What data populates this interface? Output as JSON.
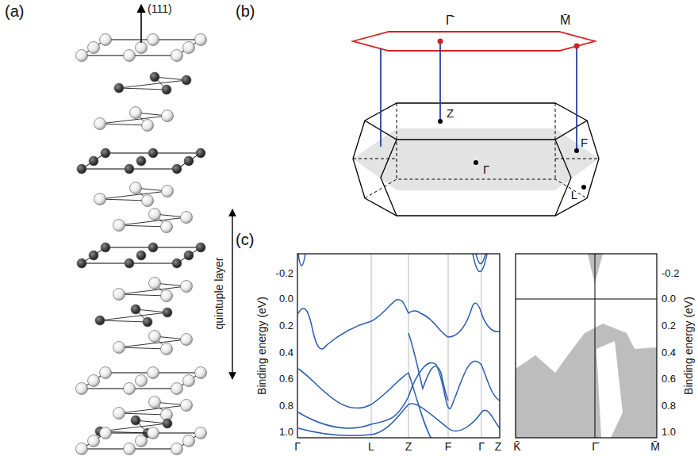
{
  "diagram": {
    "labels": [
      "(a)",
      "(111)",
      "quintuple layer",
      "(b)",
      "Γ̄",
      "M̄",
      "Z",
      "F",
      "Γ",
      "L",
      "(c)",
      "-0.2",
      "0.0",
      "0.2",
      "0.4",
      "0.6",
      "0.8",
      "1.0",
      "Binding energy (eV)",
      "Γ",
      "L",
      "Z",
      "F",
      "Γ",
      "Z",
      "-0.2",
      "0.0",
      "0.2",
      "0.4",
      "0.6",
      "0.8",
      "1.0",
      "Binding energy (eV)",
      "K̄",
      "Γ̄",
      "M̄"
    ]
  }
}
